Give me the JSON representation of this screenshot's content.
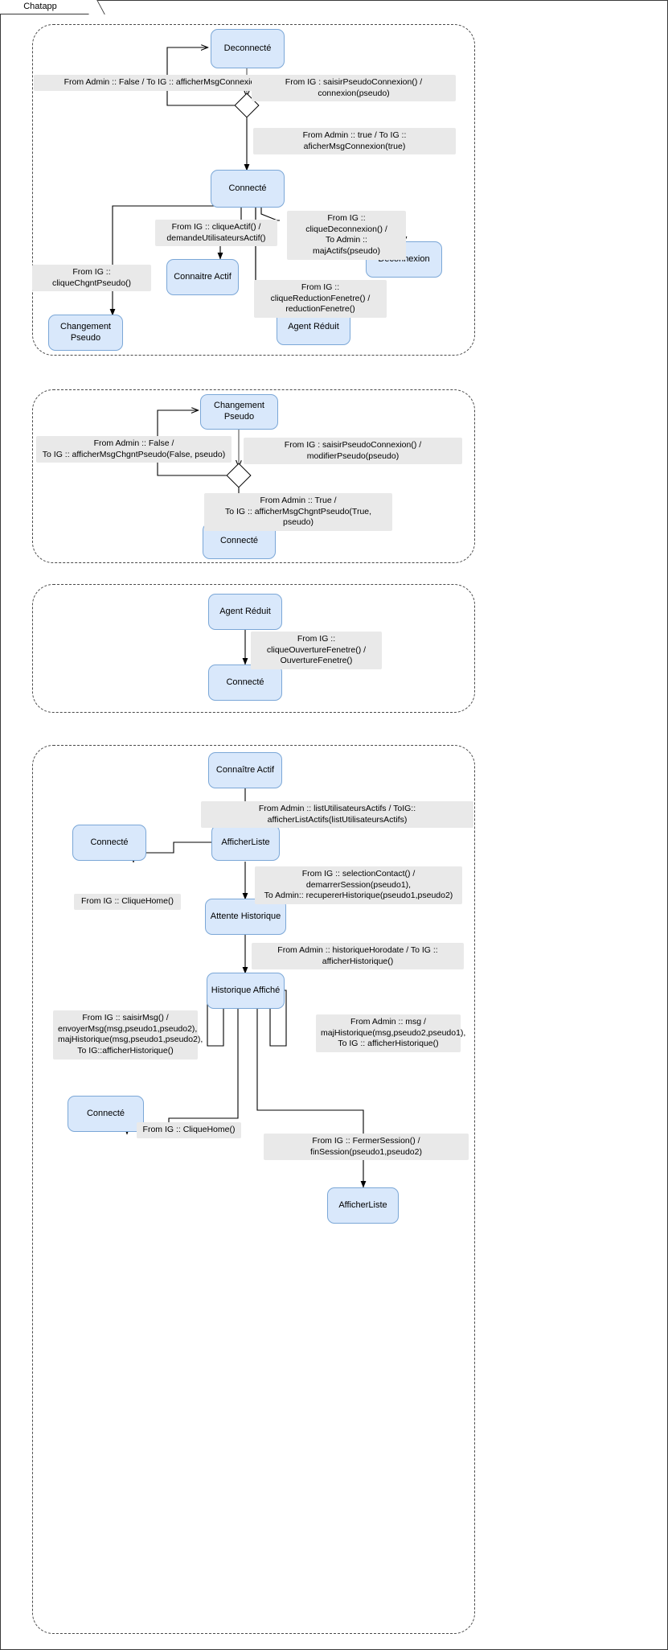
{
  "window": {
    "tab_label": "Chatapp"
  },
  "diagram": {
    "type": "uml-state-machine",
    "title": "Chatapp",
    "regions": [
      {
        "id": "region-connexion",
        "states": [
          {
            "id": "deconnecte",
            "label": "Deconnecté"
          },
          {
            "id": "connecte",
            "label": "Connecté"
          },
          {
            "id": "connaitre-actif",
            "label": "Connaitre Actif"
          },
          {
            "id": "deconnexion",
            "label": "Déconnexion"
          },
          {
            "id": "changement-pseudo",
            "label": "Changement Pseudo"
          },
          {
            "id": "agent-reduit",
            "label": "Agent Réduit"
          }
        ],
        "transitions": [
          {
            "id": "t1",
            "label": "From Admin :: False  / To IG :: afficherMsgConnexion(false)"
          },
          {
            "id": "t2",
            "label": "From IG : saisirPseudoConnexion() / connexion(pseudo)"
          },
          {
            "id": "t3",
            "label": "From Admin :: true  / To IG :: aficherMsgConnexion(true)"
          },
          {
            "id": "t4",
            "label": "From IG :: cliqueActif() /\ndemandeUtilisateursActif()"
          },
          {
            "id": "t5",
            "label": "From IG :: cliqueDeconnexion() /\nTo Admin :: majActifs(pseudo)"
          },
          {
            "id": "t6",
            "label": "From IG :: cliqueChgntPseudo()"
          },
          {
            "id": "t7",
            "label": "From IG :: cliqueReductionFenetre() /\nreductionFenetre()"
          }
        ]
      },
      {
        "id": "region-changement-pseudo",
        "states": [
          {
            "id": "cp-changement-pseudo",
            "label": "Changement Pseudo"
          },
          {
            "id": "cp-connecte",
            "label": "Connecté"
          }
        ],
        "transitions": [
          {
            "id": "t8",
            "label": "From Admin :: False /\nTo IG :: afficherMsgChgntPseudo(False, pseudo)"
          },
          {
            "id": "t9",
            "label": "From IG : saisirPseudoConnexion() / modifierPseudo(pseudo)"
          },
          {
            "id": "t10",
            "label": "From Admin :: True /\nTo IG :: afficherMsgChgntPseudo(True, pseudo)"
          }
        ]
      },
      {
        "id": "region-agent-reduit",
        "states": [
          {
            "id": "ar-agent-reduit",
            "label": "Agent Réduit"
          },
          {
            "id": "ar-connecte",
            "label": "Connecté"
          }
        ],
        "transitions": [
          {
            "id": "t11",
            "label": "From IG :: cliqueOuvertureFenetre() /\nOuvertureFenetre()"
          }
        ]
      },
      {
        "id": "region-historique",
        "states": [
          {
            "id": "h-connaitre-actif",
            "label": "Connaître Actif"
          },
          {
            "id": "h-afficherliste",
            "label": "AfficherListe"
          },
          {
            "id": "h-connecte-1",
            "label": "Connecté"
          },
          {
            "id": "h-attente-historique",
            "label": "Attente Historique"
          },
          {
            "id": "h-historique-affiche",
            "label": "Historique Affiché"
          },
          {
            "id": "h-connecte-2",
            "label": "Connecté"
          },
          {
            "id": "h-afficherliste-2",
            "label": "AfficherListe"
          }
        ],
        "transitions": [
          {
            "id": "t12",
            "label": "From Admin :: listUtilisateursActifs / ToIG:: afficherListActifs(listUtilisateursActifs)"
          },
          {
            "id": "t13",
            "label": "From IG :: selectionContact() / demarrerSession(pseudo1),\nTo Admin:: recupererHistorique(pseudo1,pseudo2)"
          },
          {
            "id": "t14",
            "label": "From IG :: CliqueHome()"
          },
          {
            "id": "t15",
            "label": "From Admin :: historiqueHorodate / To IG :: afficherHistorique()"
          },
          {
            "id": "t16",
            "label": "From IG :: saisirMsg() /\nenvoyerMsg(msg,pseudo1,pseudo2),\nmajHistorique(msg,pseudo1,pseudo2),\nTo IG::afficherHistorique()"
          },
          {
            "id": "t17",
            "label": "From Admin ::  msg /\nmajHistorique(msg,pseudo2,pseudo1),\nTo IG :: afficherHistorique()"
          },
          {
            "id": "t18",
            "label": "From IG :: CliqueHome()"
          },
          {
            "id": "t19",
            "label": "From IG :: FermerSession() / finSession(pseudo1,pseudo2)"
          }
        ]
      }
    ],
    "colors": {
      "state_fill": "#d9e8fb",
      "state_stroke": "#7ba7d7",
      "label_bg": "#e9e9e9",
      "edge": "#000000",
      "region_border": "#4a4a4a"
    }
  }
}
